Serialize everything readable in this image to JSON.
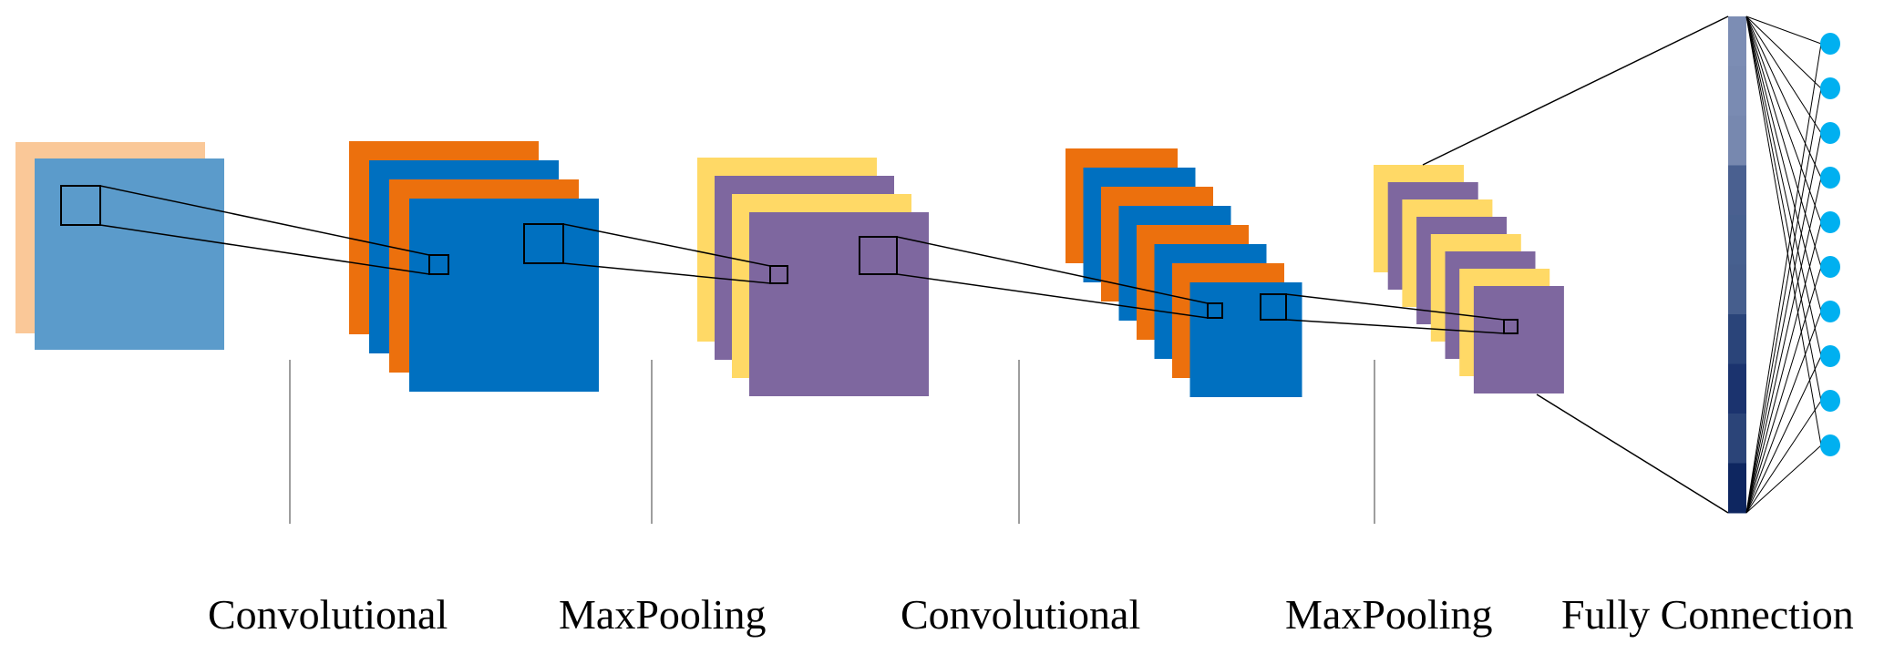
{
  "title": "CNN architecture diagram",
  "colors": {
    "input_back": "#FAC898",
    "input_front": "#5B9BCB",
    "orange": "#EC700D",
    "blue": "#0070C0",
    "yellow": "#FFD966",
    "purple": "#7E679F",
    "node": "#00B0F0",
    "line": "#000000",
    "divider": "#7F7F7F"
  },
  "stages": [
    {
      "id": "input",
      "label": ""
    },
    {
      "id": "conv1",
      "label": "Convolutional"
    },
    {
      "id": "pool1",
      "label": "MaxPooling"
    },
    {
      "id": "conv2",
      "label": "Convolutional"
    },
    {
      "id": "pool2",
      "label": "MaxPooling"
    },
    {
      "id": "fc",
      "label": "Fully Connection"
    }
  ],
  "feature_maps": {
    "input": [
      "input_back",
      "input_front"
    ],
    "conv1": [
      "orange",
      "blue",
      "orange",
      "blue"
    ],
    "pool1": [
      "yellow",
      "purple",
      "yellow",
      "purple"
    ],
    "conv2": [
      "orange",
      "blue",
      "orange",
      "blue",
      "orange",
      "blue",
      "orange",
      "blue"
    ],
    "pool2": [
      "yellow",
      "purple",
      "yellow",
      "purple",
      "yellow",
      "purple",
      "yellow",
      "purple"
    ]
  },
  "flatten_vector": {
    "cells": [
      "#7C8DB4",
      "#7A8BB2",
      "#7788AF",
      "#4A6090",
      "#47608F",
      "#465E8D",
      "#2A4479",
      "#1B336E",
      "#2B4478",
      "#0E2660"
    ]
  },
  "output_nodes": 10
}
